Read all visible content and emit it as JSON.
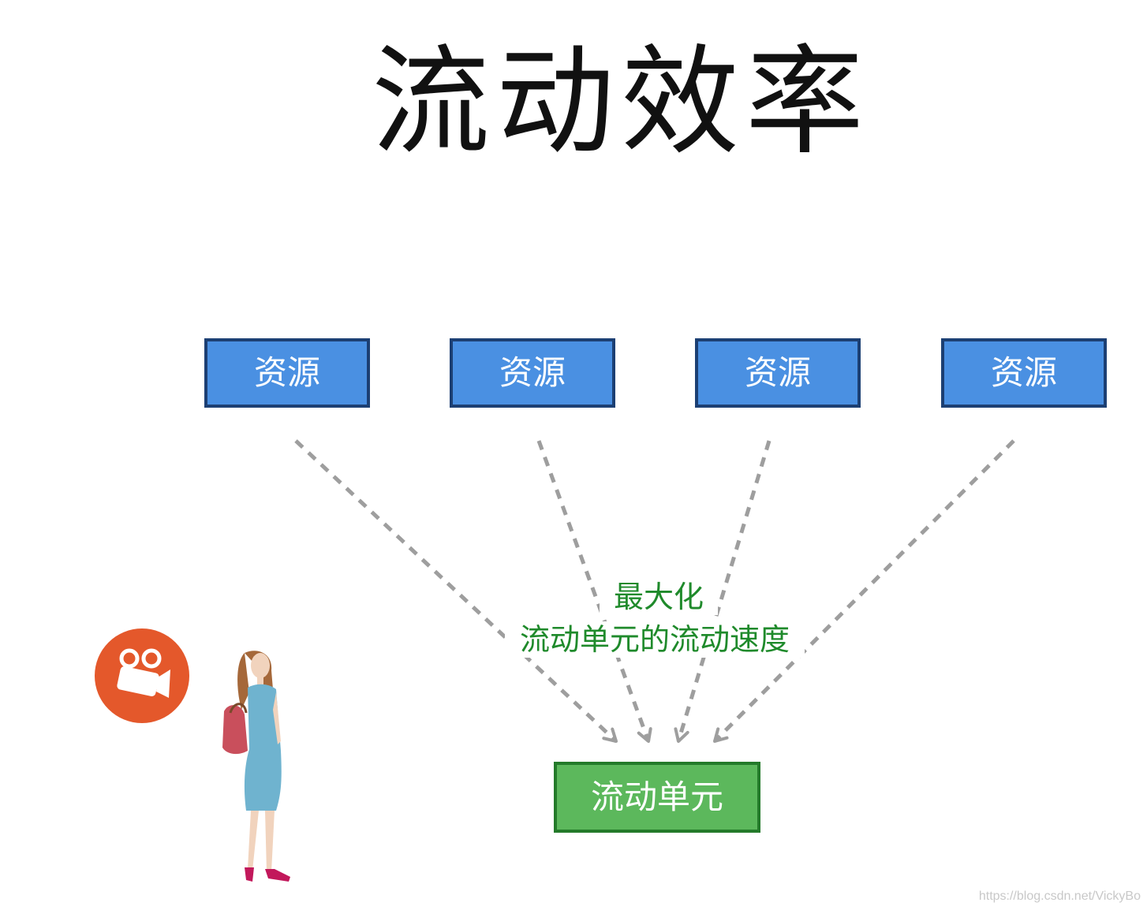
{
  "title": "流动效率",
  "resources": [
    {
      "label": "资源"
    },
    {
      "label": "资源"
    },
    {
      "label": "资源"
    },
    {
      "label": "资源"
    }
  ],
  "caption": {
    "line1": "最大化",
    "line2": "流动单元的流动速度"
  },
  "flow_unit": {
    "label": "流动单元"
  },
  "icons": {
    "video": "video-camera-icon"
  },
  "watermark": "https://blog.csdn.net/VickyBo",
  "colors": {
    "resource_fill": "#4a90e2",
    "resource_border": "#1c3f73",
    "flow_unit_fill": "#5cb85c",
    "caption_text": "#1f8a2b",
    "arrow": "#9e9e9e",
    "video_icon": "#e4582b"
  }
}
